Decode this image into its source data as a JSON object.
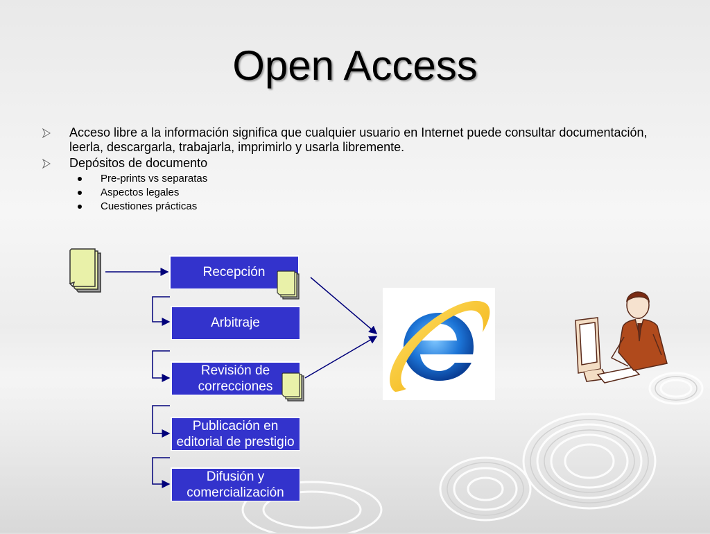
{
  "slide": {
    "title": "Open Access",
    "bullets": [
      {
        "text": "Acceso libre a la información significa que cualquier usuario en Internet puede consultar documentación, leerla, descargarla, trabajarla, imprimirlo y usarla libremente.",
        "subitems": []
      },
      {
        "text": "Depósitos de documento",
        "subitems": [
          "Pre-prints vs separatas",
          "Aspectos legales",
          "Cuestiones prácticas"
        ]
      }
    ]
  },
  "diagram": {
    "boxes": [
      "Recepción",
      "Arbitraje",
      "Revisión de correcciones",
      "Publicación en editorial de prestigio",
      "Difusión y comercialización"
    ],
    "icons": {
      "doc": "document-stack-icon",
      "browser": "internet-explorer-logo",
      "user": "person-at-computer-icon"
    },
    "colors": {
      "box_fill": "#3333cc",
      "arrow": "#00007a",
      "doc_fill": "#e9f1a9"
    }
  }
}
